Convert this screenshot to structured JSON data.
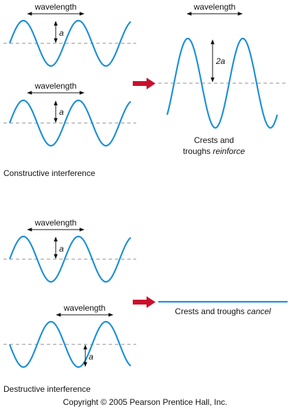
{
  "labels": {
    "wavelength": "wavelength",
    "amplitude": "a",
    "amplitude_double": "2a"
  },
  "constructive": {
    "caption": "Constructive interference",
    "result_line1": "Crests and",
    "result_line2_prefix": "troughs ",
    "result_line2_emphasis": "reinforce"
  },
  "destructive": {
    "caption": "Destructive interference",
    "result_prefix": "Crests and troughs ",
    "result_emphasis": "cancel"
  },
  "copyright": "Copyright © 2005 Pearson Prentice Hall, Inc.",
  "colors": {
    "wave": "#1a8fd6",
    "arrow": "#c8102e",
    "axis": "#8c8c8c"
  }
}
